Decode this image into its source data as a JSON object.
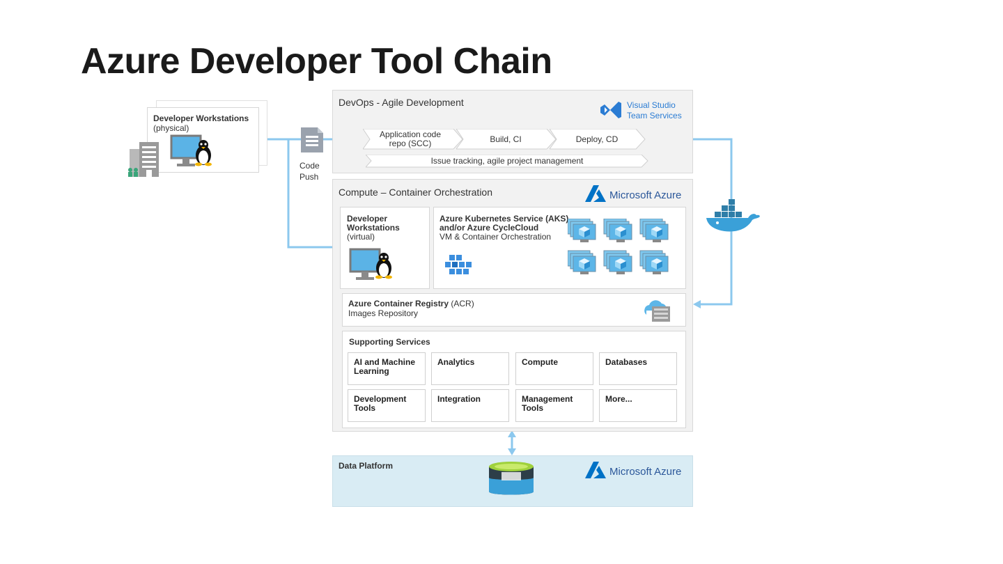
{
  "title": "Azure Developer Tool Chain",
  "colors": {
    "connector": "#8cc8ee",
    "azure_blue": "#0072c6",
    "panel": "#f2f2f2",
    "data_panel": "#d9ecf4"
  },
  "physical": {
    "title": "Developer Workstations",
    "subtitle": "(physical)"
  },
  "code_push": {
    "line1": "Code",
    "line2": "Push"
  },
  "devops": {
    "title": "DevOps - Agile Development",
    "brand_line1": "Visual Studio",
    "brand_line2": "Team Services",
    "pipeline": [
      {
        "line1": "Application code",
        "line2": "repo (SCC)"
      },
      {
        "line1": "Build, CI",
        "line2": ""
      },
      {
        "line1": "Deploy, CD",
        "line2": ""
      }
    ],
    "tracking": "Issue tracking, agile project management"
  },
  "compute": {
    "title": "Compute – Container Orchestration",
    "brand": "Microsoft Azure",
    "virtual": {
      "line1": "Developer",
      "line2": "Workstations",
      "line3": "(virtual)"
    },
    "aks": {
      "line1": "Azure Kubernetes Service (AKS)",
      "line2": "and/or Azure CycleCloud",
      "line3": "VM & Container Orchestration"
    },
    "acr": {
      "name": "Azure Container Registry",
      "abbr": "(ACR)",
      "sub": "Images Repository"
    },
    "supporting": {
      "title": "Supporting Services",
      "items": [
        {
          "line1": "AI and Machine",
          "line2": "Learning"
        },
        {
          "line1": "Analytics",
          "line2": ""
        },
        {
          "line1": "Compute",
          "line2": ""
        },
        {
          "line1": "Databases",
          "line2": ""
        },
        {
          "line1": "Development",
          "line2": "Tools"
        },
        {
          "line1": "Integration",
          "line2": ""
        },
        {
          "line1": "Management",
          "line2": "Tools"
        },
        {
          "line1": "More...",
          "line2": ""
        }
      ]
    }
  },
  "data_platform": {
    "title": "Data Platform",
    "brand": "Microsoft Azure"
  },
  "icons": [
    "building-icon",
    "monitor-icon",
    "linux-penguin-icon",
    "document-icon",
    "vsts-logo-icon",
    "azure-logo-icon",
    "docker-whale-icon",
    "kubernetes-icon",
    "vm-container-icon",
    "container-registry-icon",
    "database-icon"
  ]
}
